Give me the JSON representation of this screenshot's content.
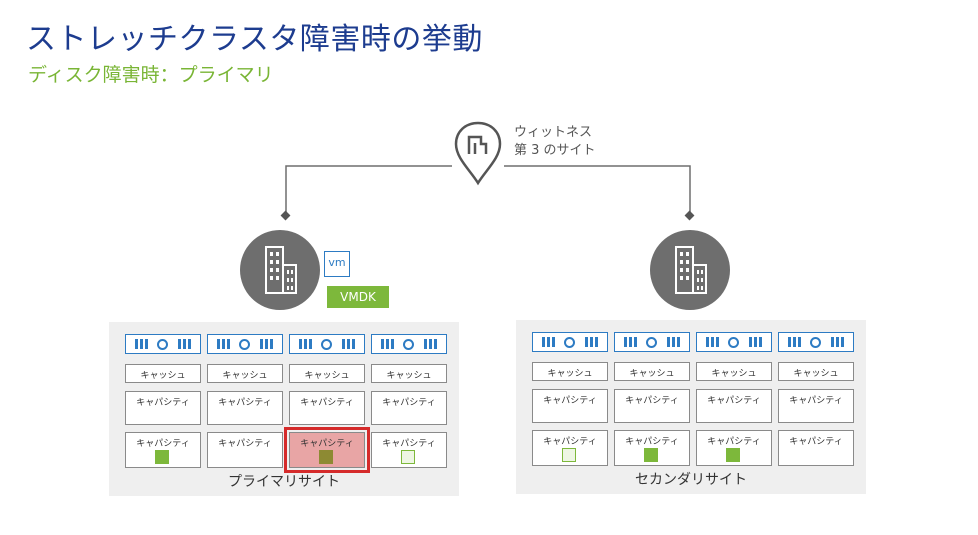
{
  "title": "ストレッチクラスタ障害時の挙動",
  "subtitle": "ディスク障害時：プライマリ",
  "witness": {
    "icon": "location-pin-icon",
    "line1": "ウィットネス",
    "line2": "第 3 のサイト"
  },
  "vm": {
    "icon_label": "vm",
    "vmdk_label": "VMDK"
  },
  "labels": {
    "cache": "キャッシュ",
    "capacity": "キャパシティ"
  },
  "primary_site": {
    "name": "プライマリサイト",
    "hosts": [
      {
        "cap2_object": "filled"
      },
      {
        "cap2_object": "none"
      },
      {
        "cap2_object": "failed"
      },
      {
        "cap2_object": "hollow"
      }
    ]
  },
  "secondary_site": {
    "name": "セカンダリサイト",
    "hosts": [
      {
        "cap2_object": "hollow"
      },
      {
        "cap2_object": "filled"
      },
      {
        "cap2_object": "filled"
      },
      {
        "cap2_object": "none"
      }
    ]
  },
  "colors": {
    "title": "#1d3c8f",
    "subtitle": "#79b535",
    "accent_blue": "#2d7bc3",
    "object_green": "#7db83b",
    "failure_red": "#d52b2b",
    "building_gray": "#6e6e6e"
  }
}
